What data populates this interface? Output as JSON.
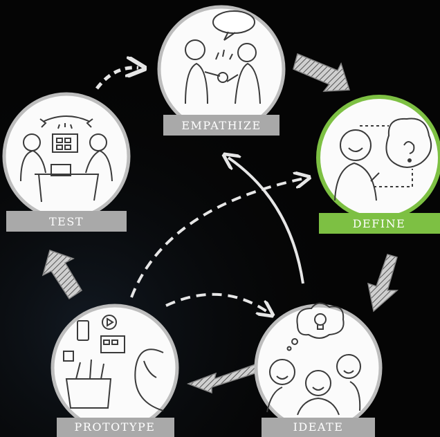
{
  "stages": {
    "empathize": {
      "label": "EMPATHIZE",
      "color": "#a9a9a9"
    },
    "define": {
      "label": "DEFINE",
      "color": "#7dc043"
    },
    "ideate": {
      "label": "IDEATE",
      "color": "#a9a9a9"
    },
    "prototype": {
      "label": "PROTOTYPE",
      "color": "#a9a9a9"
    },
    "test": {
      "label": "TEST",
      "color": "#a9a9a9"
    }
  },
  "colors": {
    "background": "#050505",
    "arrow": "#e6e6e6",
    "sketch": "#3a3a3a"
  }
}
